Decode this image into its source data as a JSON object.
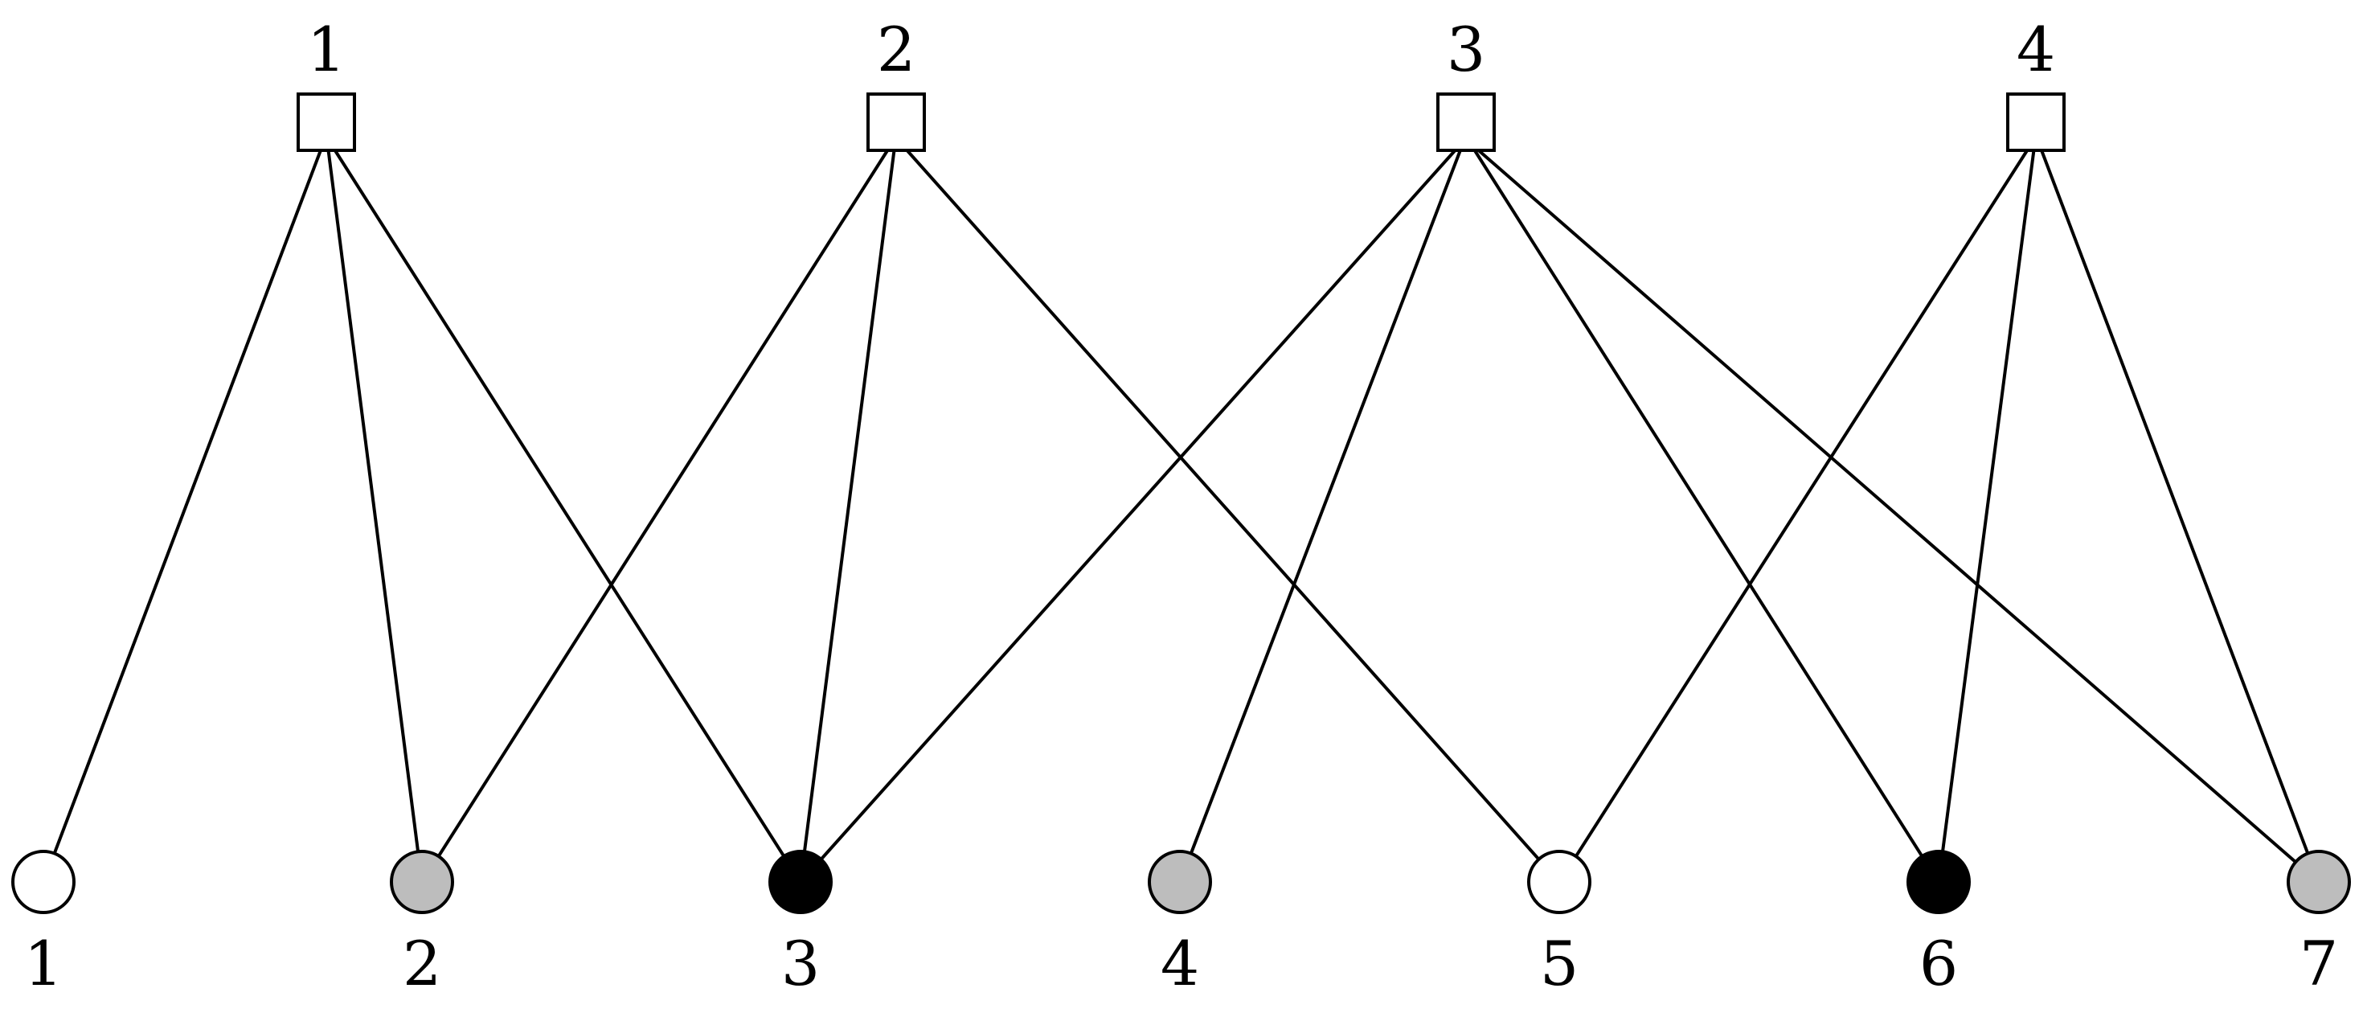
{
  "check_nodes": [
    {
      "id": 1,
      "label": "1"
    },
    {
      "id": 2,
      "label": "2"
    },
    {
      "id": 3,
      "label": "3"
    },
    {
      "id": 4,
      "label": "4"
    }
  ],
  "variable_nodes": [
    {
      "id": 1,
      "label": "1",
      "state": "white",
      "color": "#ffffff"
    },
    {
      "id": 2,
      "label": "2",
      "state": "gray",
      "color": "#bdbdbd"
    },
    {
      "id": 3,
      "label": "3",
      "state": "black",
      "color": "#000000"
    },
    {
      "id": 4,
      "label": "4",
      "state": "gray",
      "color": "#bdbdbd"
    },
    {
      "id": 5,
      "label": "5",
      "state": "white",
      "color": "#ffffff"
    },
    {
      "id": 6,
      "label": "6",
      "state": "black",
      "color": "#000000"
    },
    {
      "id": 7,
      "label": "7",
      "state": "gray",
      "color": "#bdbdbd"
    }
  ],
  "edges": [
    {
      "check": 1,
      "variable": 1
    },
    {
      "check": 1,
      "variable": 2
    },
    {
      "check": 1,
      "variable": 3
    },
    {
      "check": 2,
      "variable": 2
    },
    {
      "check": 2,
      "variable": 3
    },
    {
      "check": 2,
      "variable": 5
    },
    {
      "check": 3,
      "variable": 3
    },
    {
      "check": 3,
      "variable": 4
    },
    {
      "check": 3,
      "variable": 6
    },
    {
      "check": 3,
      "variable": 7
    },
    {
      "check": 4,
      "variable": 5
    },
    {
      "check": 4,
      "variable": 6
    },
    {
      "check": 4,
      "variable": 7
    }
  ]
}
